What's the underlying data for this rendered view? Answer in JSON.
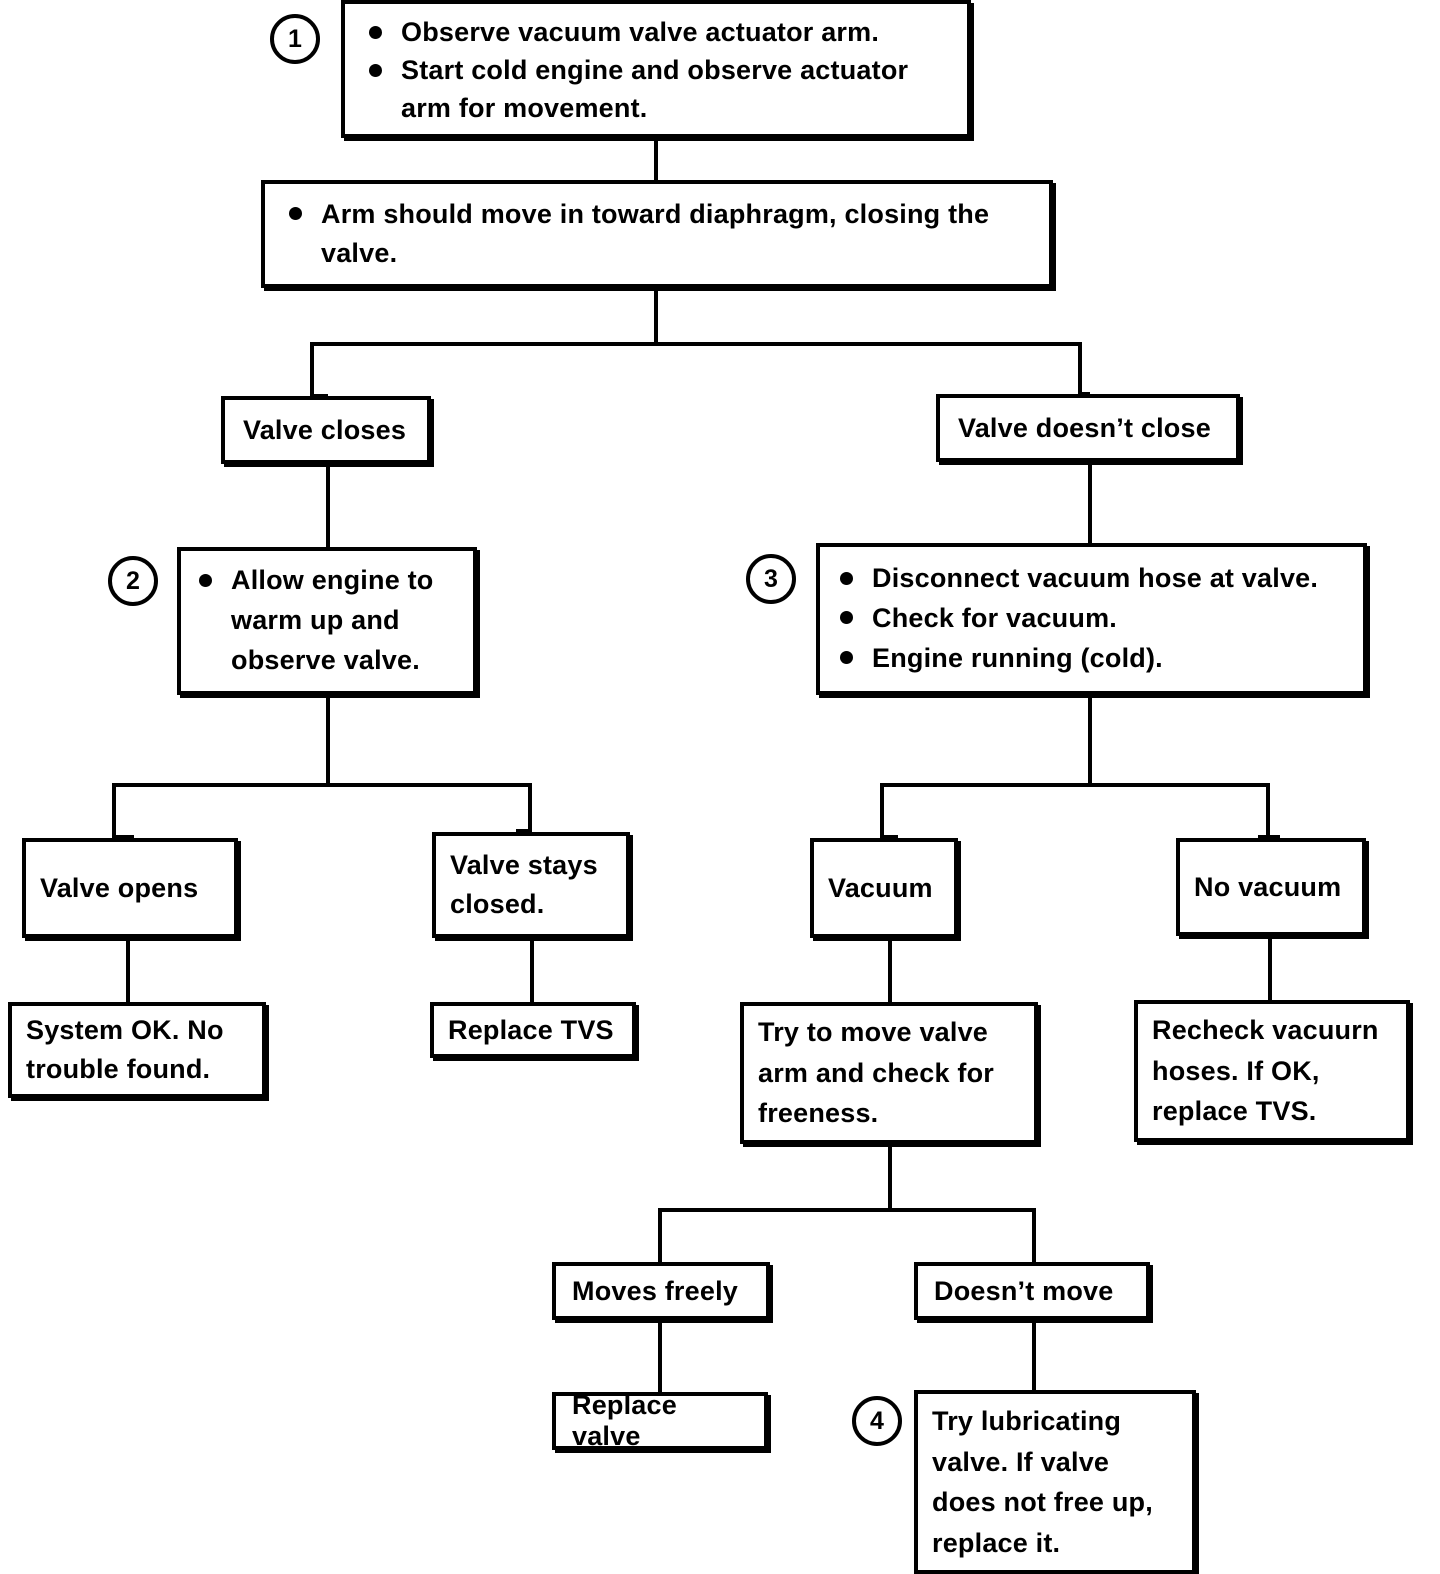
{
  "diagram": {
    "title": "Vacuum valve / TVS troubleshooting flowchart",
    "nodes": {
      "step1": {
        "step_number": "1",
        "bullets": [
          "Observe vacuum valve actuator arm.",
          "Start cold engine and observe actuator arm for movement."
        ]
      },
      "step1b": {
        "bullets": [
          "Arm should move in toward diaphragm, closing the valve."
        ]
      },
      "valve_closes": {
        "label": "Valve closes"
      },
      "valve_doesnt_close": {
        "label": "Valve doesn’t close"
      },
      "step2": {
        "step_number": "2",
        "bullets": [
          "Allow engine to warm up and observe valve."
        ]
      },
      "step3": {
        "step_number": "3",
        "bullets": [
          "Disconnect vacuum hose at valve.",
          "Check for vacuum.",
          "Engine running (cold)."
        ]
      },
      "valve_opens": {
        "label": "Valve opens"
      },
      "valve_stays_closed": {
        "label": "Valve stays closed."
      },
      "vacuum": {
        "label": "Vacuum"
      },
      "no_vacuum": {
        "label": "No vacuum"
      },
      "system_ok": {
        "label": "System OK. No trouble found."
      },
      "replace_tvs": {
        "label": "Replace TVS"
      },
      "try_move": {
        "label": "Try to move valve arm and check for freeness."
      },
      "recheck_hoses": {
        "label": "Recheck vacuurn hoses. If OK, replace TVS."
      },
      "moves_freely": {
        "label": "Moves freely"
      },
      "doesnt_move": {
        "label": "Doesn’t move"
      },
      "replace_valve": {
        "label": "Replace valve"
      },
      "step4": {
        "step_number": "4",
        "label": "Try lubricating valve. If valve does not free up, replace it."
      }
    },
    "colors": {
      "stroke": "#000000",
      "fill": "#ffffff",
      "text": "#000000"
    }
  }
}
